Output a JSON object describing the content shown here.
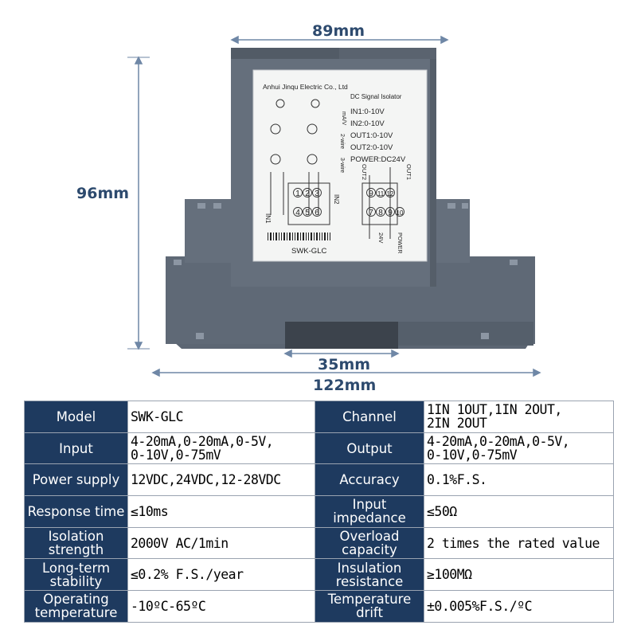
{
  "dimensions": {
    "width_top": "89mm",
    "height": "96mm",
    "rail": "35mm",
    "width_total": "122mm"
  },
  "label": {
    "company": "Anhui Jinqu Electric Co., Ltd",
    "product": "DC Signal Isolator",
    "lines": [
      "IN1:0-10V",
      "IN2:0-10V",
      "OUT1:0-10V",
      "OUT2:0-10V",
      "POWER:DC24V"
    ],
    "model": "SWK-GLC",
    "unit": "mA/V",
    "wire2": "2-wire",
    "wire3": "3-wire",
    "in1": "IN1",
    "in2": "IN2",
    "out1": "OUT1",
    "out2": "OUT2",
    "power_v": "24V",
    "power": "POWER",
    "terminals_left_top": [
      "1",
      "2",
      "3"
    ],
    "terminals_left_bottom": [
      "4",
      "5",
      "6"
    ],
    "terminals_right_top": [
      "9",
      "11",
      "12"
    ],
    "terminals_right_bottom": [
      "7",
      "8",
      "9",
      "10"
    ]
  },
  "specs": [
    [
      {
        "label": "Model",
        "value": "SWK-GLC"
      },
      {
        "label": "Channel",
        "value": "1IN 1OUT,1IN 2OUT,\n2IN 2OUT"
      }
    ],
    [
      {
        "label": "Input",
        "value": "4-20mA,0-20mA,0-5V,\n0-10V,0-75mV"
      },
      {
        "label": "Output",
        "value": "4-20mA,0-20mA,0-5V,\n0-10V,0-75mV"
      }
    ],
    [
      {
        "label": "Power supply",
        "value": "12VDC,24VDC,12-28VDC"
      },
      {
        "label": "Accuracy",
        "value": "0.1%F.S."
      }
    ],
    [
      {
        "label": "Response time",
        "value": "≤10ms"
      },
      {
        "label": "Input\nimpedance",
        "value": "≤50Ω"
      }
    ],
    [
      {
        "label": "Isolation\nstrength",
        "value": "2000V AC/1min"
      },
      {
        "label": "Overload\ncapacity",
        "value": "2 times the rated value"
      }
    ],
    [
      {
        "label": "Long-term\nstability",
        "value": "≤0.2% F.S./year"
      },
      {
        "label": "Insulation\nresistance",
        "value": "≥100MΩ"
      }
    ],
    [
      {
        "label": "Operating\ntemperature",
        "value": "-10ºC-65ºC"
      },
      {
        "label": "Temperature\ndrift",
        "value": "±0.005%F.S./ºC"
      }
    ]
  ]
}
